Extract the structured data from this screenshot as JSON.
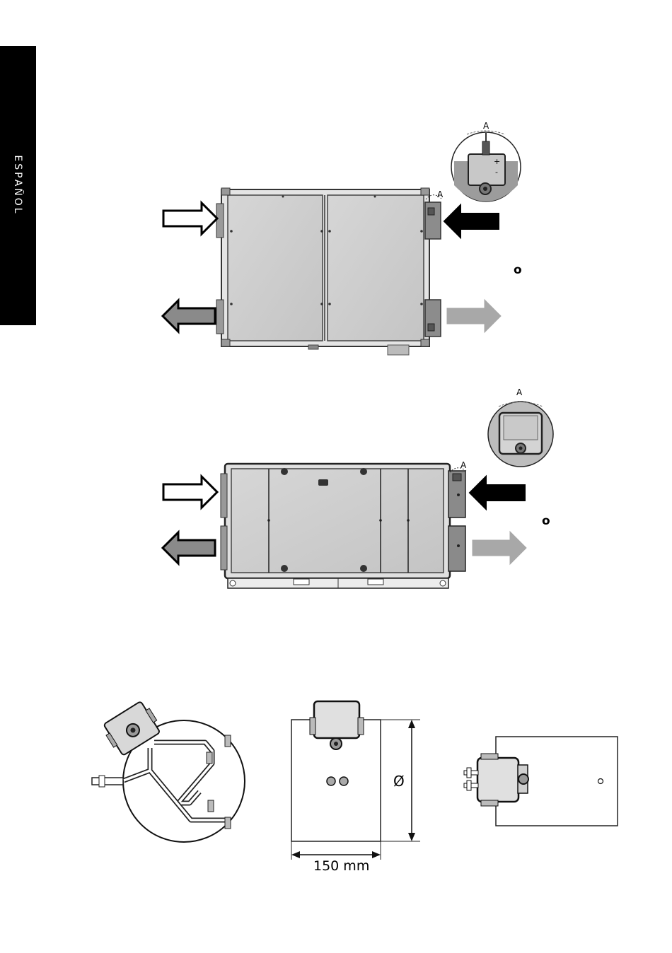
{
  "side_tab": {
    "label": "ESPAÑOL"
  },
  "figure1": {
    "callout_label": "A",
    "unit_label": "A",
    "plus_sign": "+",
    "minus_sign": "-",
    "note": "o"
  },
  "figure2": {
    "callout_label": "A",
    "unit_label": "A",
    "note": "o"
  },
  "figure3": {
    "diameter_symbol": "Ø",
    "width_label": "150 mm"
  }
}
